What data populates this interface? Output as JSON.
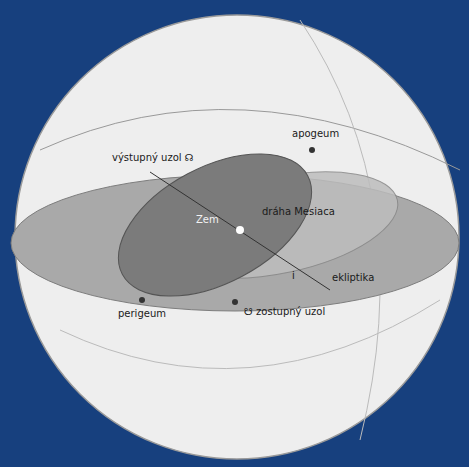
{
  "diagram": {
    "labels": [
      "výstupný uzol ☊",
      "apogeum",
      "Zem",
      "dráha Mesiaca",
      "i",
      "ekliptika",
      "perigeum",
      "☋ zostupný uzol"
    ]
  }
}
